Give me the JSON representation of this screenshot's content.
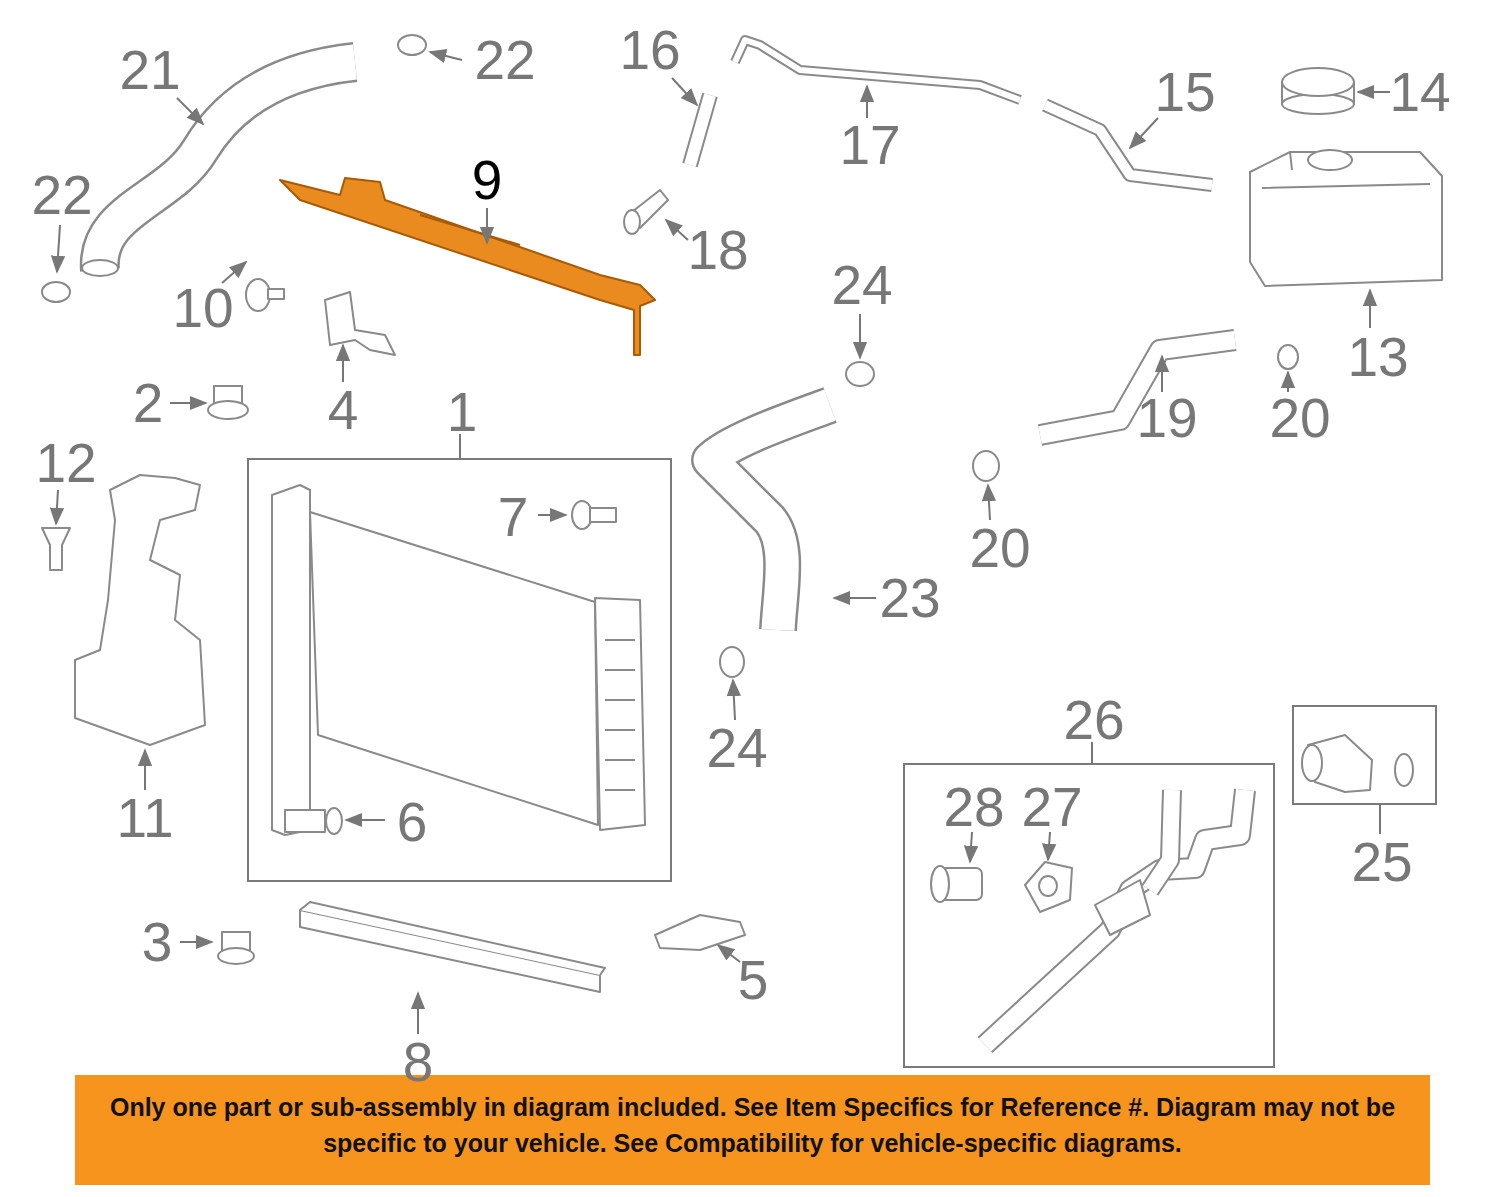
{
  "diagram": {
    "nodes": [
      {
        "text": [
          "1",
          "7",
          "6"
        ]
      },
      {
        "text": [
          "26",
          "28",
          "27"
        ]
      },
      {
        "text": [
          "25"
        ]
      },
      {
        "text": [
          "Only one part or sub-assembly in diagram included. See Item Specifics for Reference #. Diagram may not be specific to your vehicle. See Compatibility for vehicle-specific diagrams."
        ]
      }
    ],
    "labels": [
      "21",
      "22",
      "22",
      "16",
      "17",
      "15",
      "14",
      "9",
      "10",
      "18",
      "13",
      "24",
      "2",
      "4",
      "19",
      "20",
      "20",
      "12",
      "23",
      "24",
      "11",
      "3",
      "5",
      "8"
    ]
  }
}
